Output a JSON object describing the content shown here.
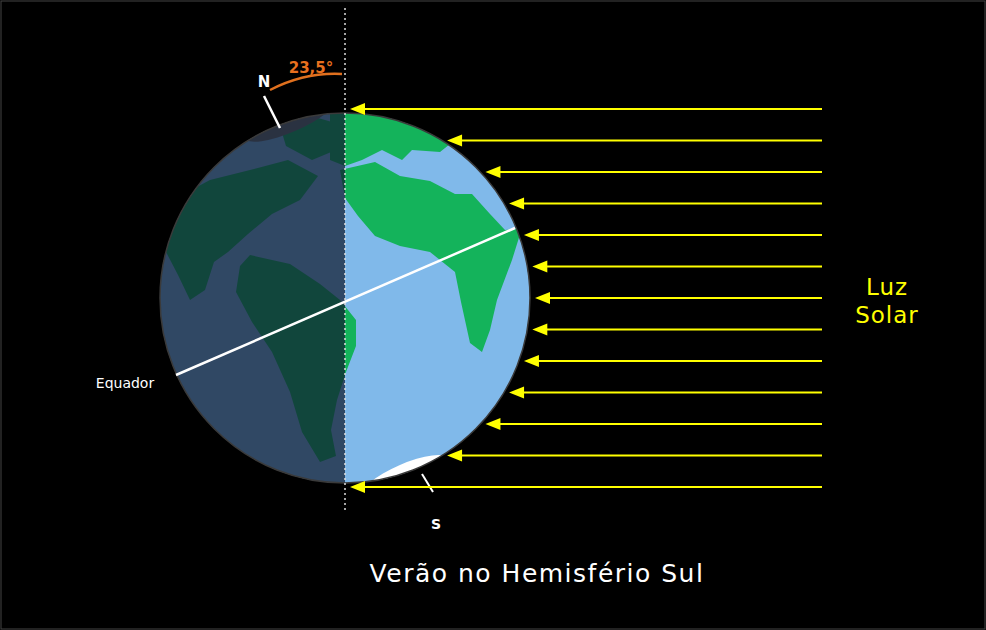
{
  "diagram": {
    "caption": "Verão no Hemisfério Sul",
    "labels": [
      "N",
      "23,5°",
      "Equador",
      "S",
      "Luz Solar"
    ]
  }
}
